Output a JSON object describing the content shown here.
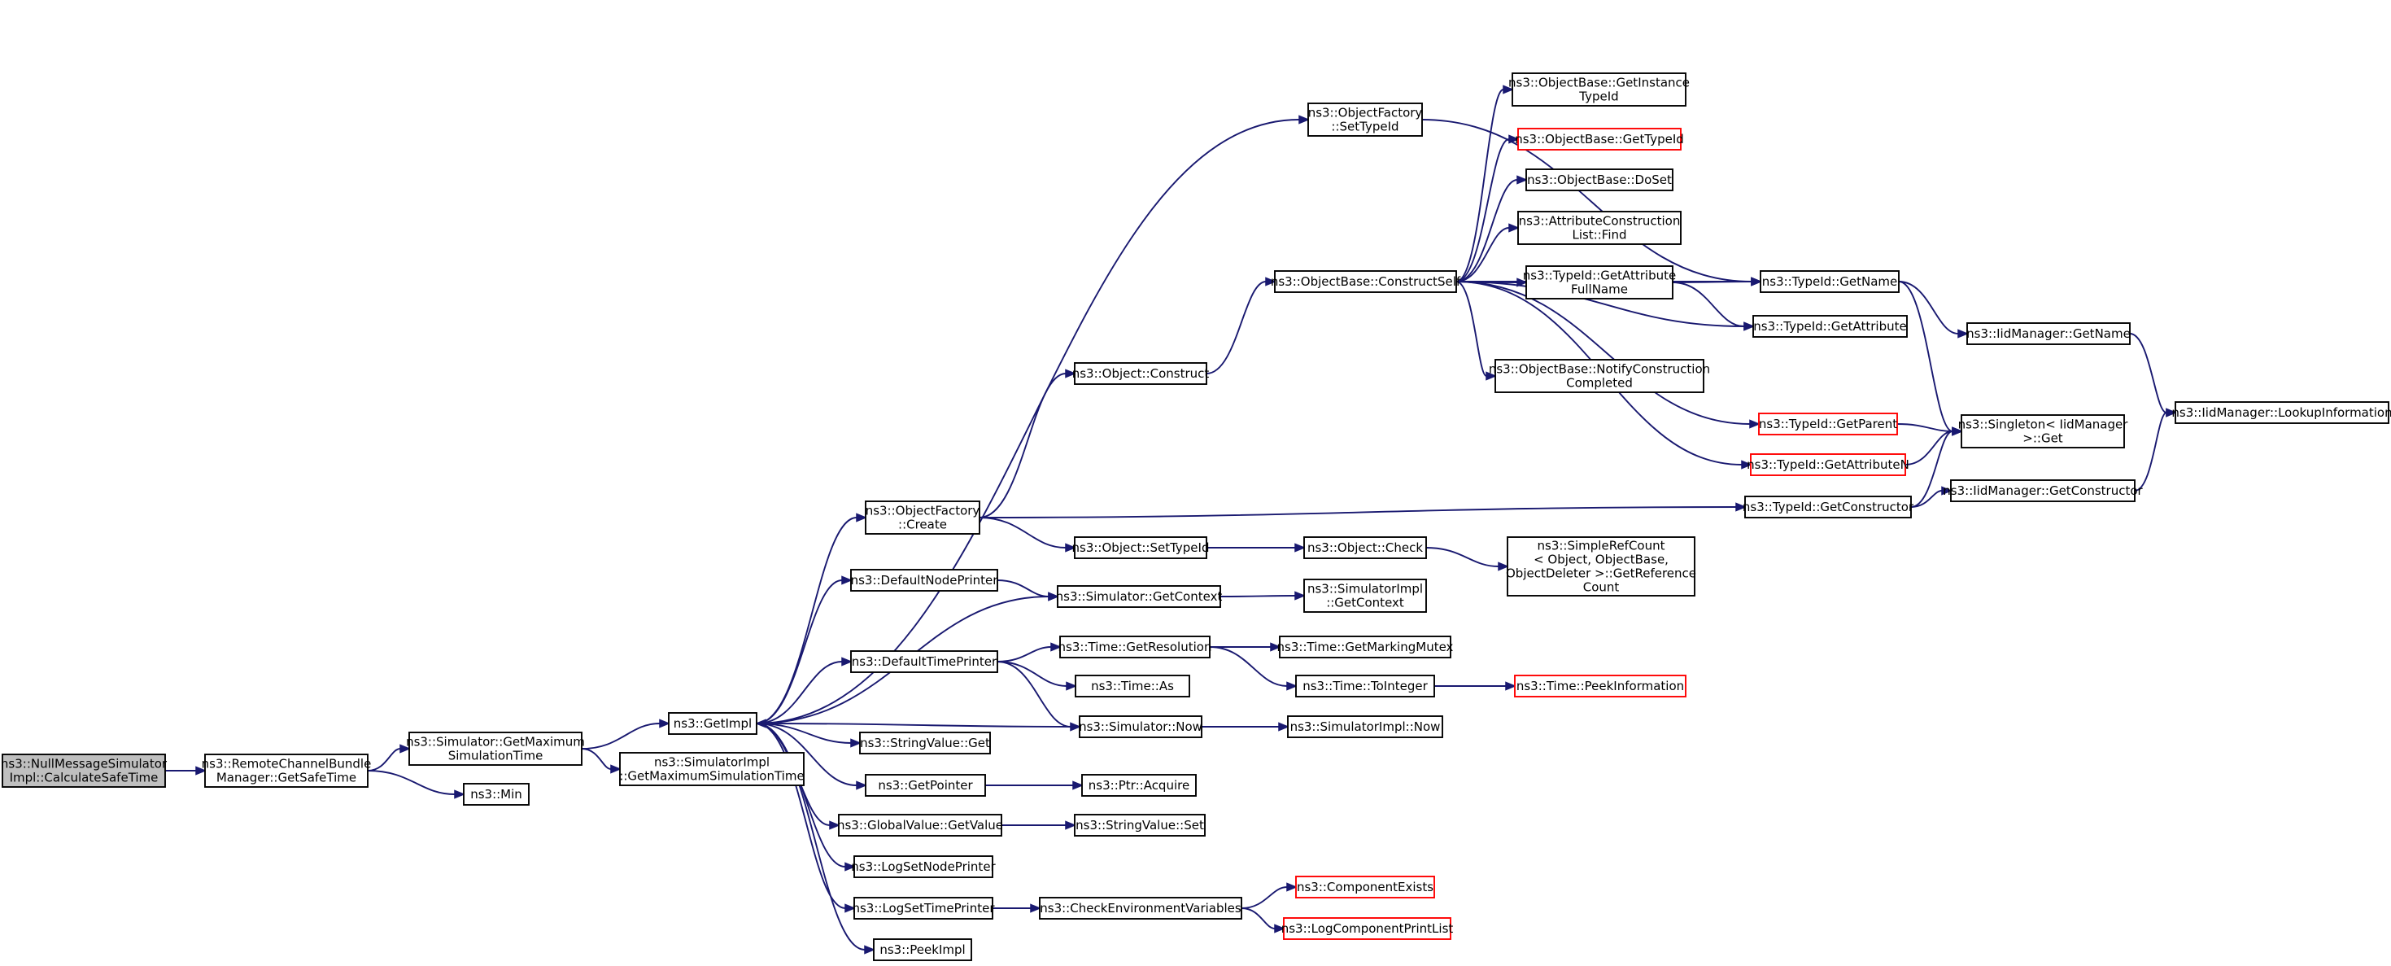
{
  "diagram": {
    "type": "call-graph",
    "colors": {
      "edge": "#191970",
      "root_fill": "#bfbfbf",
      "border": "#000000",
      "border_incomplete": "#ff0000"
    },
    "nodes": [
      {
        "id": "root",
        "lines": [
          "ns3::NullMessageSimulator",
          "Impl::CalculateSafeTime"
        ],
        "style": "root"
      },
      {
        "id": "rcbm",
        "lines": [
          "ns3::RemoteChannelBundle",
          "Manager::GetSafeTime"
        ]
      },
      {
        "id": "simgmt",
        "lines": [
          "ns3::Simulator::GetMaximum",
          "SimulationTime"
        ]
      },
      {
        "id": "min",
        "lines": [
          "ns3::Min"
        ]
      },
      {
        "id": "getimpl",
        "lines": [
          "ns3::GetImpl"
        ]
      },
      {
        "id": "simimplgmt",
        "lines": [
          "ns3::SimulatorImpl",
          "::GetMaximumSimulationTime"
        ]
      },
      {
        "id": "ofcreate",
        "lines": [
          "ns3::ObjectFactory",
          "::Create"
        ]
      },
      {
        "id": "ofsettid",
        "lines": [
          "ns3::ObjectFactory",
          "::SetTypeId"
        ]
      },
      {
        "id": "defnodep",
        "lines": [
          "ns3::DefaultNodePrinter"
        ]
      },
      {
        "id": "deftimep",
        "lines": [
          "ns3::DefaultTimePrinter"
        ]
      },
      {
        "id": "strget",
        "lines": [
          "ns3::StringValue::Get"
        ]
      },
      {
        "id": "getptr",
        "lines": [
          "ns3::GetPointer"
        ]
      },
      {
        "id": "gvget",
        "lines": [
          "ns3::GlobalValue::GetValue"
        ]
      },
      {
        "id": "lognode",
        "lines": [
          "ns3::LogSetNodePrinter"
        ]
      },
      {
        "id": "logtime",
        "lines": [
          "ns3::LogSetTimePrinter"
        ]
      },
      {
        "id": "peekimpl",
        "lines": [
          "ns3::PeekImpl"
        ]
      },
      {
        "id": "objconstruct",
        "lines": [
          "ns3::Object::Construct"
        ]
      },
      {
        "id": "objsettid",
        "lines": [
          "ns3::Object::SetTypeId"
        ]
      },
      {
        "id": "simgetctx",
        "lines": [
          "ns3::Simulator::GetContext"
        ]
      },
      {
        "id": "timeres",
        "lines": [
          "ns3::Time::GetResolution"
        ]
      },
      {
        "id": "timeas",
        "lines": [
          "ns3::Time::As"
        ]
      },
      {
        "id": "simnow",
        "lines": [
          "ns3::Simulator::Now"
        ]
      },
      {
        "id": "ptracq",
        "lines": [
          "ns3::Ptr::Acquire"
        ]
      },
      {
        "id": "strset",
        "lines": [
          "ns3::StringValue::Set"
        ]
      },
      {
        "id": "checkenv",
        "lines": [
          "ns3::CheckEnvironmentVariables"
        ]
      },
      {
        "id": "obconstructself",
        "lines": [
          "ns3::ObjectBase::ConstructSelf"
        ]
      },
      {
        "id": "objcheck",
        "lines": [
          "ns3::Object::Check"
        ]
      },
      {
        "id": "simimplctx",
        "lines": [
          "ns3::SimulatorImpl",
          "::GetContext"
        ]
      },
      {
        "id": "timemutex",
        "lines": [
          "ns3::Time::GetMarkingMutex"
        ]
      },
      {
        "id": "timetoint",
        "lines": [
          "ns3::Time::ToInteger"
        ]
      },
      {
        "id": "simimplnow",
        "lines": [
          "ns3::SimulatorImpl::Now"
        ]
      },
      {
        "id": "compexists",
        "lines": [
          "ns3::ComponentExists"
        ],
        "style": "red"
      },
      {
        "id": "logcompprint",
        "lines": [
          "ns3::LogComponentPrintList"
        ],
        "style": "red"
      },
      {
        "id": "obgetinst",
        "lines": [
          "ns3::ObjectBase::GetInstance",
          "TypeId"
        ]
      },
      {
        "id": "obgettid",
        "lines": [
          "ns3::ObjectBase::GetTypeId"
        ],
        "style": "red"
      },
      {
        "id": "obdoset",
        "lines": [
          "ns3::ObjectBase::DoSet"
        ]
      },
      {
        "id": "attrfind",
        "lines": [
          "ns3::AttributeConstruction",
          "List::Find"
        ]
      },
      {
        "id": "tidgafn",
        "lines": [
          "ns3::TypeId::GetAttribute",
          "FullName"
        ]
      },
      {
        "id": "obnotify",
        "lines": [
          "ns3::ObjectBase::NotifyConstruction",
          "Completed"
        ]
      },
      {
        "id": "tidgetparent",
        "lines": [
          "ns3::TypeId::GetParent"
        ],
        "style": "red"
      },
      {
        "id": "tidgetattrn",
        "lines": [
          "ns3::TypeId::GetAttributeN"
        ],
        "style": "red"
      },
      {
        "id": "tidgetctor",
        "lines": [
          "ns3::TypeId::GetConstructor"
        ]
      },
      {
        "id": "simplerefcount",
        "lines": [
          "ns3::SimpleRefCount",
          "< Object, ObjectBase,",
          "ObjectDeleter >::GetReference",
          "Count"
        ]
      },
      {
        "id": "timepeek",
        "lines": [
          "ns3::Time::PeekInformation"
        ],
        "style": "red"
      },
      {
        "id": "tidgetname",
        "lines": [
          "ns3::TypeId::GetName"
        ]
      },
      {
        "id": "tidgetattr",
        "lines": [
          "ns3::TypeId::GetAttribute"
        ]
      },
      {
        "id": "iidgetname",
        "lines": [
          "ns3::IidManager::GetName"
        ]
      },
      {
        "id": "singletonget",
        "lines": [
          "ns3::Singleton< IidManager",
          " >::Get"
        ]
      },
      {
        "id": "iidgetctor",
        "lines": [
          "ns3::IidManager::GetConstructor"
        ]
      },
      {
        "id": "iidlookup",
        "lines": [
          "ns3::IidManager::LookupInformation"
        ]
      }
    ],
    "edges": [
      [
        "root",
        "rcbm"
      ],
      [
        "rcbm",
        "simgmt"
      ],
      [
        "rcbm",
        "min"
      ],
      [
        "simgmt",
        "getimpl"
      ],
      [
        "simgmt",
        "simimplgmt"
      ],
      [
        "getimpl",
        "ofsettid"
      ],
      [
        "getimpl",
        "ofcreate"
      ],
      [
        "getimpl",
        "defnodep"
      ],
      [
        "getimpl",
        "simgetctx"
      ],
      [
        "getimpl",
        "deftimep"
      ],
      [
        "getimpl",
        "strget"
      ],
      [
        "getimpl",
        "getptr"
      ],
      [
        "getimpl",
        "gvget"
      ],
      [
        "getimpl",
        "lognode"
      ],
      [
        "getimpl",
        "logtime"
      ],
      [
        "getimpl",
        "peekimpl"
      ],
      [
        "ofcreate",
        "objconstruct"
      ],
      [
        "ofcreate",
        "objsettid"
      ],
      [
        "ofcreate",
        "tidgetctor"
      ],
      [
        "objconstruct",
        "obconstructself"
      ],
      [
        "objsettid",
        "objcheck"
      ],
      [
        "objcheck",
        "simplerefcount"
      ],
      [
        "defnodep",
        "simgetctx"
      ],
      [
        "simgetctx",
        "simimplctx"
      ],
      [
        "deftimep",
        "timeres"
      ],
      [
        "deftimep",
        "timeas"
      ],
      [
        "deftimep",
        "simnow"
      ],
      [
        "timeres",
        "timemutex"
      ],
      [
        "timeres",
        "timetoint"
      ],
      [
        "timetoint",
        "timepeek"
      ],
      [
        "simnow",
        "simimplnow"
      ],
      [
        "simnow",
        "getimpl"
      ],
      [
        "getptr",
        "ptracq"
      ],
      [
        "gvget",
        "strset"
      ],
      [
        "logtime",
        "checkenv"
      ],
      [
        "checkenv",
        "compexists"
      ],
      [
        "checkenv",
        "logcompprint"
      ],
      [
        "ofsettid",
        "tidgetname"
      ],
      [
        "obconstructself",
        "obgetinst"
      ],
      [
        "obconstructself",
        "obgettid"
      ],
      [
        "obconstructself",
        "obdoset"
      ],
      [
        "obconstructself",
        "attrfind"
      ],
      [
        "obconstructself",
        "tidgafn"
      ],
      [
        "obconstructself",
        "tidgetname"
      ],
      [
        "obconstructself",
        "tidgetattr"
      ],
      [
        "obconstructself",
        "obnotify"
      ],
      [
        "obconstructself",
        "tidgetparent"
      ],
      [
        "obconstructself",
        "tidgetattrn"
      ],
      [
        "tidgafn",
        "tidgetname"
      ],
      [
        "tidgafn",
        "tidgetattr"
      ],
      [
        "tidgetname",
        "iidgetname"
      ],
      [
        "tidgetname",
        "singletonget"
      ],
      [
        "iidgetname",
        "iidlookup"
      ],
      [
        "tidgetparent",
        "singletonget"
      ],
      [
        "tidgetattrn",
        "singletonget"
      ],
      [
        "tidgetctor",
        "singletonget"
      ],
      [
        "tidgetctor",
        "iidgetctor"
      ],
      [
        "iidgetctor",
        "iidlookup"
      ]
    ]
  }
}
